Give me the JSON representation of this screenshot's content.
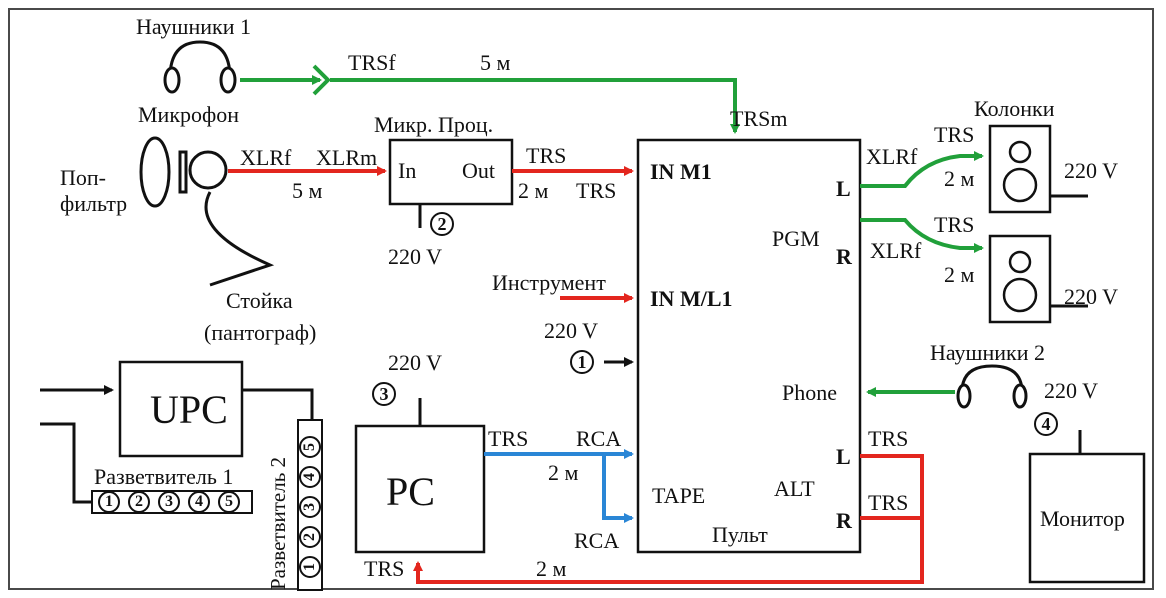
{
  "colors": {
    "green": "#21a03a",
    "red": "#e3261e",
    "blue": "#2a86d6",
    "black": "#111111"
  },
  "headphones1": {
    "label": "Наушники 1"
  },
  "headphones2": {
    "label": "Наушники 2"
  },
  "cable_top": {
    "trsf": "TRSf",
    "length": "5 м",
    "trsm": "TRSm"
  },
  "mic": {
    "label": "Микрофон",
    "popfilter": "Поп-\nфильтр",
    "stand_line1": "Стойка",
    "stand_line2": "(пантограф)",
    "xlrf": "XLRf",
    "xlrm": "XLRm",
    "length": "5 м"
  },
  "processor": {
    "title": "Микр. Проц.",
    "in": "In",
    "out": "Out",
    "power_num": "2",
    "power": "220 V"
  },
  "proc_out_cable": {
    "trs_top": "TRS",
    "length": "2 м",
    "trs_bottom": "TRS"
  },
  "console": {
    "in_m1": "IN M1",
    "in_ml1": "IN M/L1",
    "l1": "L",
    "pgm": "PGM",
    "r1": "R",
    "phone": "Phone",
    "l2": "L",
    "alt": "ALT",
    "r2": "R",
    "tape": "TAPE",
    "name": "Пульт",
    "power": "220 V",
    "power_num": "1"
  },
  "instrument": {
    "label": "Инструмент"
  },
  "speakers": {
    "title": "Колонки",
    "left": {
      "trs": "TRS",
      "xlrf": "XLRf",
      "length": "2 м",
      "power": "220 V"
    },
    "right": {
      "trs": "TRS",
      "xlrf": "XLRf",
      "length": "2 м",
      "power": "220 V"
    }
  },
  "monitor": {
    "label": "Монитор",
    "power": "220 V",
    "power_num": "4"
  },
  "upc": {
    "label": "UPC"
  },
  "splitter1": {
    "label": "Разветвитель 1",
    "outlets": [
      "1",
      "2",
      "3",
      "4",
      "5"
    ]
  },
  "splitter2": {
    "label": "Разветвитель 2",
    "outlets": [
      "1",
      "2",
      "3",
      "4",
      "5"
    ]
  },
  "pc": {
    "label": "PC",
    "power": "220 V",
    "power_num": "3",
    "trs_out": "TRS",
    "trs_in": "TRS"
  },
  "pc_cable": {
    "rca_top": "RCA",
    "length": "2 м",
    "rca_bottom": "RCA"
  },
  "alt_cable": {
    "trs_top": "TRS",
    "trs_bottom": "TRS",
    "length": "2 м"
  }
}
